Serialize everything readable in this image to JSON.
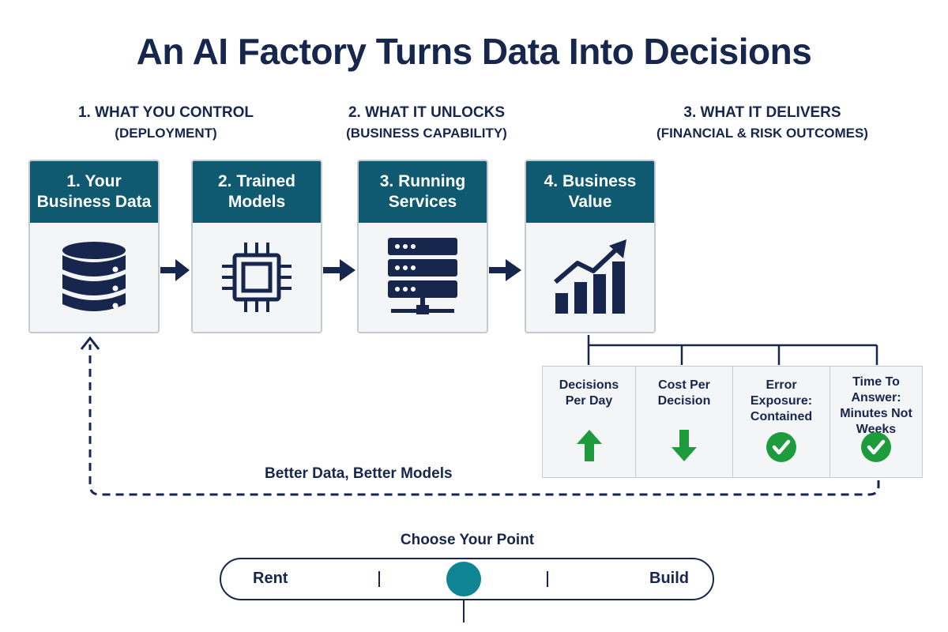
{
  "title": "An AI Factory Turns Data Into Decisions",
  "sections": [
    {
      "title": "1. WHAT YOU CONTROL",
      "subtitle": "(DEPLOYMENT)"
    },
    {
      "title": "2. WHAT IT UNLOCKS",
      "subtitle": "(BUSINESS CAPABILITY)"
    },
    {
      "title": "3. WHAT IT DELIVERS",
      "subtitle": "(FINANCIAL & RISK OUTCOMES)"
    }
  ],
  "stages": [
    {
      "label": "1. Your Business Data",
      "icon": "database-icon"
    },
    {
      "label": "2. Trained Models",
      "icon": "chip-icon"
    },
    {
      "label": "3. Running Services",
      "icon": "server-icon"
    },
    {
      "label": "4. Business Value",
      "icon": "growth-chart-icon"
    }
  ],
  "outcomes": [
    {
      "label": "Decisions Per Day",
      "icon": "arrow-up-icon",
      "color": "#1e9b3c"
    },
    {
      "label": "Cost Per Decision",
      "icon": "arrow-down-icon",
      "color": "#1e9b3c"
    },
    {
      "label": "Error Exposure: Contained",
      "icon": "check-circle-icon",
      "color": "#1e9b3c"
    },
    {
      "label": "Time To Answer: Minutes Not Weeks",
      "icon": "check-circle-icon",
      "color": "#1e9b3c"
    }
  ],
  "feedback_loop": {
    "label": "Better Data, Better Models"
  },
  "slider": {
    "title": "Choose Your Point",
    "left_label": "Rent",
    "right_label": "Build",
    "position": 0.5
  },
  "colors": {
    "primary_navy": "#16264d",
    "header_teal": "#0f5a70",
    "knob_teal": "#0f8492",
    "positive_green": "#1e9b3c"
  }
}
